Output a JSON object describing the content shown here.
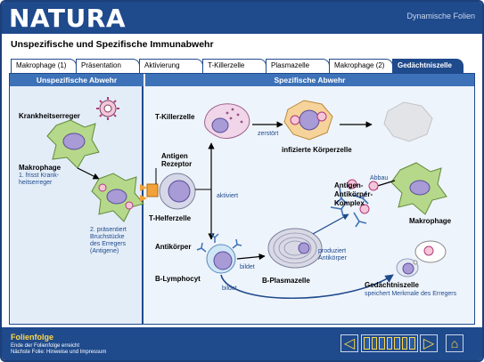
{
  "header": {
    "brand": "NATURA",
    "subtitle": "Dynamische Folien"
  },
  "page_title": "Unspezifische und Spezifische Immunabwehr",
  "tabs": [
    {
      "label": "Makrophage (1)",
      "active": false
    },
    {
      "label": "Präsentation",
      "active": false
    },
    {
      "label": "Aktivierung",
      "active": false
    },
    {
      "label": "T-Killerzelle",
      "active": false
    },
    {
      "label": "Plasmazelle",
      "active": false
    },
    {
      "label": "Makrophage (2)",
      "active": false
    },
    {
      "label": "Gedächtniszelle",
      "active": true
    }
  ],
  "columns": {
    "left": "Unspezifische Abwehr",
    "right": "Spezifische Abwehr"
  },
  "labels": {
    "krankheitserreger": "Krankheitserreger",
    "makrophage": "Makrophage",
    "step1": [
      "1. frisst Krank-",
      "heitserreger"
    ],
    "step2": [
      "2. präsentiert",
      "Bruchstücke",
      "des Erregers",
      "(Antigene)"
    ],
    "t_killer": "T-Killerzelle",
    "zerstoert": "zerstört",
    "infizierte": "infizierte Körperzelle",
    "antigen_rezeptor": [
      "Antigen",
      "Rezeptor"
    ],
    "t_helfer": "T-Helferzelle",
    "aktiviert": "aktiviert",
    "antikoerper": "Antikörper",
    "b_lymphocyt": "B-Lymphocyt",
    "bildet1": "bildet",
    "bildet2": "bildet",
    "b_plasmazelle": "B-Plasmazelle",
    "produziert": [
      "produziert",
      "Antikörper"
    ],
    "komplex": [
      "Antigen-",
      "Antikörper-",
      "Komplex"
    ],
    "abbau": "Abbau",
    "makrophage2": "Makrophage",
    "gedaechtniszelle": "Gedächtniszelle",
    "speichert": "speichert Merkmale des Erregers"
  },
  "footer": {
    "title": "Folienfolge",
    "line1": "Ende der Folienfolge erreicht",
    "line2": "Nächste Folie: Hinweise und Impressum",
    "prev": "◁",
    "next": "▷",
    "home": "⌂"
  },
  "colors": {
    "primary": "#1f4a8c",
    "header_bar": "#3d72b8",
    "accent": "#ffd84a"
  }
}
